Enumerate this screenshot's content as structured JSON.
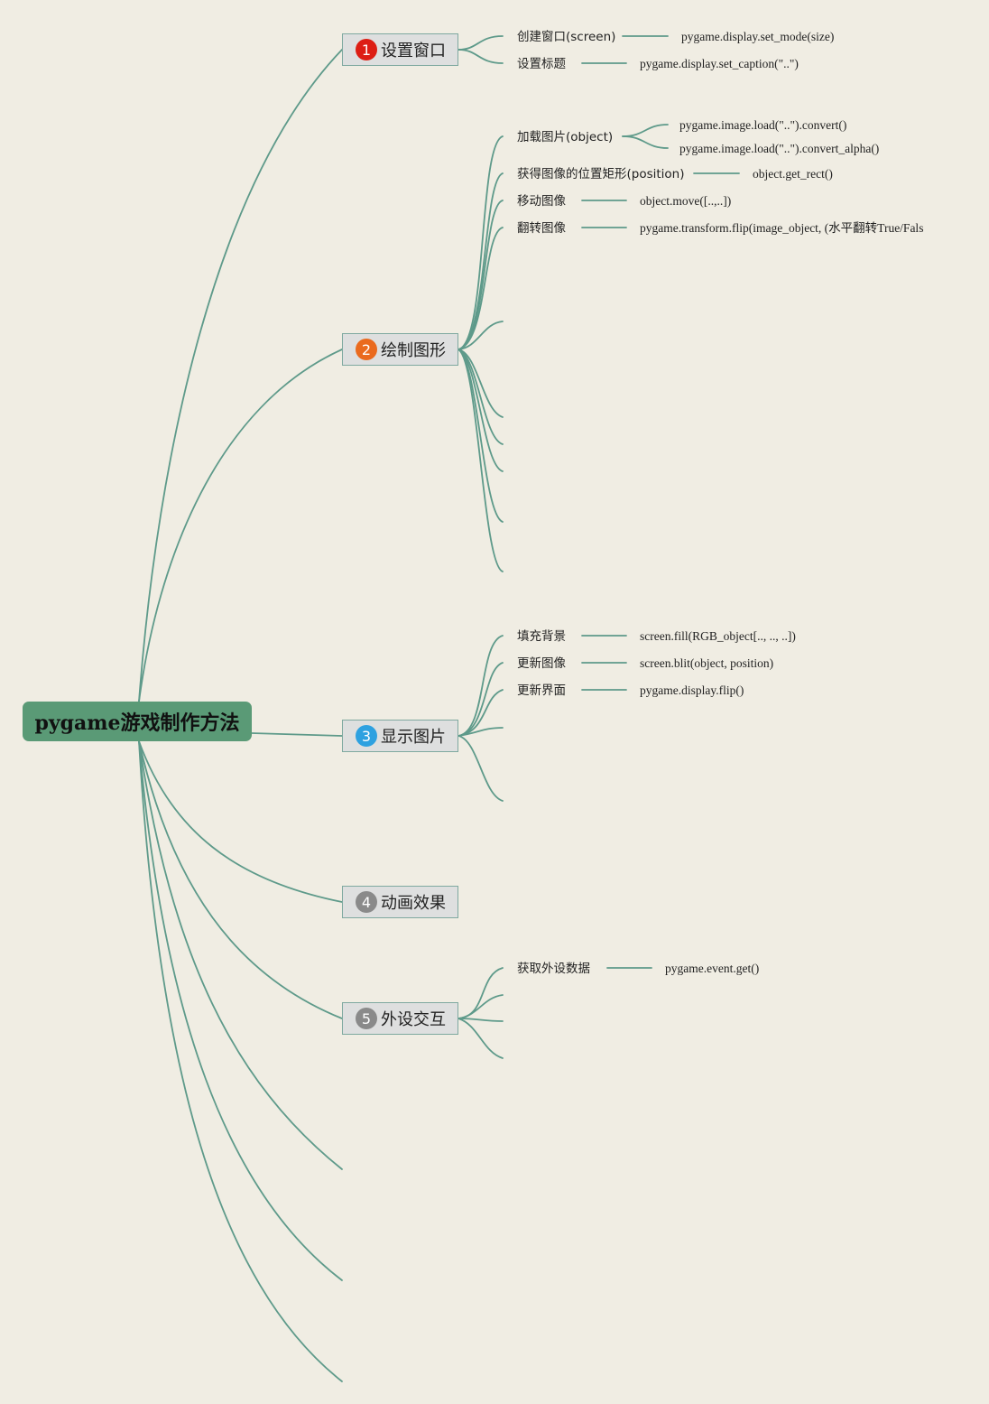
{
  "colors": {
    "background": "#f0ede3",
    "line": "#5e9a8a",
    "root_fill": "#5a9a76",
    "badge_red": "#dd1e14",
    "badge_orange": "#ea6a1e",
    "badge_blue": "#2ea1e0",
    "badge_gray": "#8a8a8a"
  },
  "root": {
    "label": "pygame游戏制作方法"
  },
  "branches": [
    {
      "num": "1",
      "label": "设置窗口",
      "items": [
        {
          "label": "创建窗口(screen)",
          "code": "pygame.display.set_mode(size)"
        },
        {
          "label": "设置标题",
          "code": "pygame.display.set_caption(\"..\")"
        }
      ]
    },
    {
      "num": "2",
      "label": "绘制图形",
      "items": [
        {
          "label": "加载图片(object)",
          "codes": [
            "pygame.image.load(\"..\").convert()",
            "pygame.image.load(\"..\").convert_alpha()"
          ]
        },
        {
          "label": "获得图像的位置矩形(position)",
          "code": "object.get_rect()"
        },
        {
          "label": "移动图像",
          "code": "object.move([..,..])"
        },
        {
          "label": "翻转图像",
          "code": "pygame.transform.flip(image_object, (水平翻转True/Fals"
        }
      ]
    },
    {
      "num": "3",
      "label": "显示图片",
      "items": [
        {
          "label": "填充背景",
          "code": "screen.fill(RGB_object[.., .., ..])"
        },
        {
          "label": "更新图像",
          "code": "screen.blit(object, position)"
        },
        {
          "label": "更新界面",
          "code": "pygame.display.flip()"
        }
      ]
    },
    {
      "num": "4",
      "label": "动画效果",
      "items": []
    },
    {
      "num": "5",
      "label": "外设交互",
      "items": [
        {
          "label": "获取外设数据",
          "code": "pygame.event.get()"
        }
      ]
    }
  ]
}
